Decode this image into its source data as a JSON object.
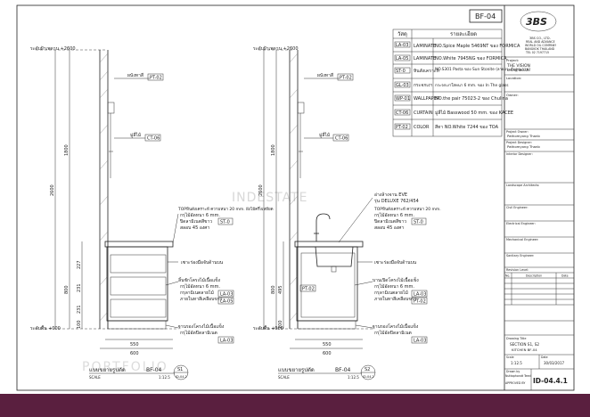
{
  "sheet_tag": "BF-04",
  "company": {
    "logo_text": "3BS",
    "lines": [
      "3BS CO., LTD.",
      "REAL AND ADVANCE",
      "WORLD OIL COMPANY",
      "BANGKOK THAILAND",
      "TEL 02 7197715"
    ]
  },
  "legend": {
    "header_code": "วัสดุ",
    "header_detail": "รายละเอียด",
    "rows": [
      {
        "code": "LA-03",
        "name": "LAMINATE",
        "detail": "NO.Spice Maple 5469NT ของ FORMICA"
      },
      {
        "code": "LA-05",
        "name": "LAMINATE",
        "detail": "NO.White 7945NG ของ FORMICA"
      },
      {
        "code": "ST-0",
        "name": "หินสังเคราะห์",
        "detail": "NO.S301 Pasta ของ Sun Stonite (ลายประดับคุณภาพ)"
      },
      {
        "code": "GL-03",
        "name": "กระจกเงา",
        "detail": "กระจกเงาใสหนา 6 mm. ของ In The glass"
      },
      {
        "code": "WP-01",
        "name": "WALLPAPER",
        "detail": "NO.the pair 75023-2 ของ Chulina"
      },
      {
        "code": "CT-06",
        "name": "CURTAIN",
        "detail": "มู่ลี่ไม้ Basswood 50 mm. ของ KACEE"
      },
      {
        "code": "PT-02",
        "name": "COLOR",
        "detail": "สีทา NO.White 7244 ของ TOA"
      }
    ]
  },
  "title_block": {
    "project_label": "Project:",
    "project_value": "THE VISION",
    "project_sub": "Krung Nonsin",
    "location_label": "Location:",
    "owner_label": "Owner:",
    "designer_label": "Project Owner:",
    "designer_value": "Pathomyong Thanb",
    "design_label": "Project Designer:",
    "design_value": "Pathomyong Thanb",
    "interior_label": "Interior Designer:",
    "landscape_label": "Landscape Architects:",
    "civil_label": "Civil Engineer:",
    "electrical_label": "Electrical Engineer:",
    "mechanical_label": "Mechanical Engineer:",
    "sanitary_label": "Sanitary Engineer:",
    "revision_label": "Revision Level:",
    "rev_cols": [
      "No.",
      "Description",
      "Date"
    ],
    "drawing_title_label": "Drawing Title",
    "drawing_title": "SECTION S1, S2",
    "drawing_sub": "KITCHEN BF-04",
    "scale_label": "Scale",
    "scale_value": "1:12.5",
    "date_label": "Date",
    "date_value": "30/03/2017",
    "drawn_label": "Drawn by",
    "drawn_value": "Nuttaphondt Teed",
    "sheet_no": "ID-04.4.1",
    "approved": "APPROVED BY"
  },
  "left_section": {
    "labels": {
      "ceiling": "ระดับฝ้าเพดาน +2600",
      "floor": "ระดับพื้น +000",
      "wall_paint": "ผนังทาสี",
      "blind": "มู่ลี่ไม้",
      "top": "TOPหินสังเคราะห์ ความหนา 20 mm. ฝังไม้ครึ่งเหยียด",
      "top_sub": "กรุไม้อัดหนา 6 mm.",
      "top_sub2": "ปิดลามิเนตสีขาว",
      "top_sub3": "สลอบ 45 องศา",
      "handle": "เซาะร่องมือจับด้านบน",
      "drawer": "ลิ้นชักโครงไม้เนื้อแข็ง",
      "drawer_sub": "กรุไม้อัดหนา 6 mm.",
      "drawer_sub2": "กรุลามิเนตลายไม้",
      "drawer_sub3": "ภายในทาสีเคลือบขาว",
      "base": "ฐานรองโครงไม้เนื้อแข็ง",
      "base_sub": "กรุไม้อัดปิดลามิเนต"
    },
    "tags": {
      "paint": "PT-02",
      "curtain": "CT-06",
      "stone": "ST-0",
      "lam5": "LA-05",
      "lam3": "LA-03"
    },
    "dims": {
      "h_total": "2600",
      "h_upper": "1800",
      "h_counter": "800",
      "h_d1": "227",
      "h_d2": "231",
      "h_d3": "231",
      "h_base": "100",
      "w_550": "550",
      "w_600": "600"
    },
    "caption": "แบบขยายรูปตัด",
    "caption_code": "BF-04",
    "caption_scale": "SCALE",
    "caption_scale_val": "1:12.5",
    "marker": "S1",
    "marker_ref": "ID-04.2"
  },
  "right_section": {
    "labels": {
      "ceiling": "ระดับฝ้าเพดาน +2600",
      "floor": "ระดับพื้น +000",
      "wall_paint": "ผนังทาสี",
      "blind": "มู่ลี่ไม้",
      "sink": "อ่างล้างจาน EVE",
      "sink_sub": "รุ่น DELUXE 762/454",
      "top": "TOPหินสังเคราะห์ ความหนา 20 mm.",
      "top_sub": "กรุไม้อัดหนา 6 mm.",
      "top_sub2": "ปิดลามิเนตสีขาว",
      "top_sub3": "สลอบ 45 องศา",
      "handle": "เซาะร่องมือจับด้านบน",
      "door": "บานเปิดโครงไม้เนื้อแข็ง",
      "door_sub": "กรุไม้อัดหนา 6 mm.",
      "door_sub2": "กรุลามิเนตลายไม้",
      "door_sub3": "ภายในทาสีเคลือบขาว",
      "base": "ฐานรองโครงไม้เนื้อแข็ง",
      "base_sub": "กรุไม้อัดปิดลามิเนต"
    },
    "dims": {
      "h_total": "2600",
      "h_upper": "1800",
      "h_counter": "800",
      "h_cab": "495",
      "h_base": "100",
      "w_550": "550",
      "w_600": "600"
    },
    "caption": "แบบขยายรูปตัด",
    "caption_code": "BF-04",
    "caption_scale": "SCALE",
    "caption_scale_val": "1:12.5",
    "marker": "S2",
    "marker_ref": "ID-04.2"
  },
  "watermark_top": "INDESTATE",
  "watermark_bottom": "PORTFOLIO",
  "colors": {
    "footer": "#5a1f3f",
    "frame": "#222222"
  }
}
